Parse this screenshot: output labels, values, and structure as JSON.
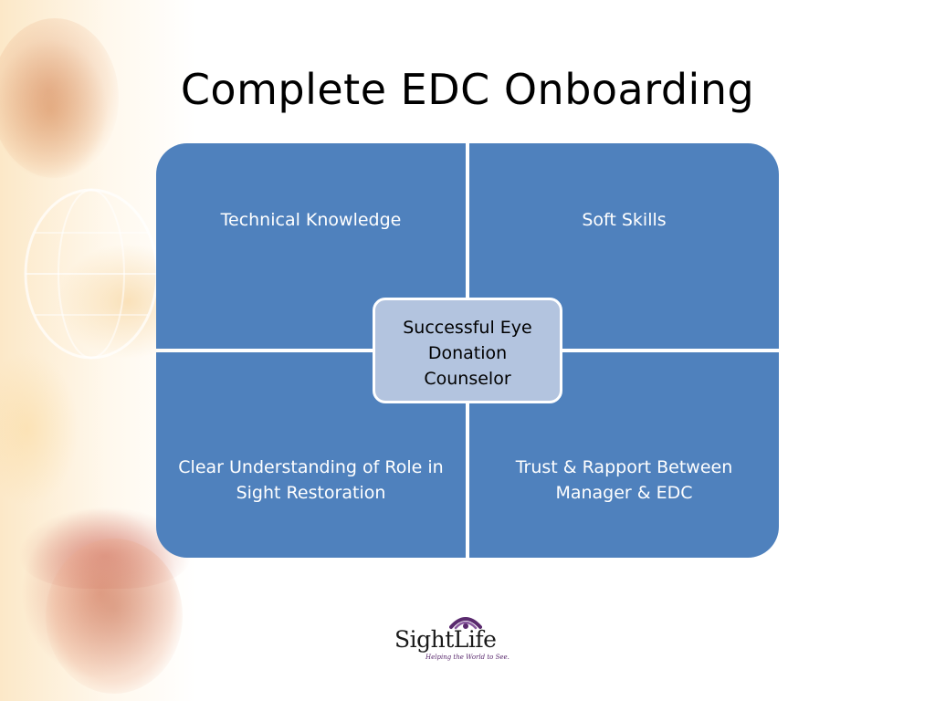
{
  "slide": {
    "title": "Complete EDC Onboarding"
  },
  "matrix": {
    "top_left": "Technical Knowledge",
    "top_right": "Soft Skills",
    "bottom_left": "Clear Understanding of Role in Sight Restoration",
    "bottom_right": "Trust & Rapport Between Manager & EDC",
    "center": "Successful Eye Donation Counselor"
  },
  "logo": {
    "name": "SightLife",
    "tagline": "Helping the World to See."
  },
  "colors": {
    "quadrant": "#4f81bd",
    "center_box": "#b3c4df",
    "divider": "#ffffff",
    "logo_accent": "#5a2a6e"
  },
  "icons": {
    "logo_mark": "eye-arc-icon",
    "side_image": "people-globe-collage"
  }
}
